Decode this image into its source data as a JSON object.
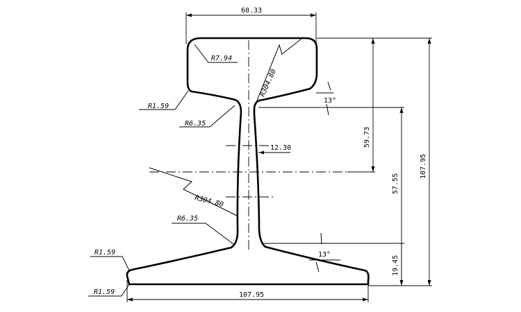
{
  "dimensions": {
    "head_width": "60.33",
    "head_radius": "R7.94",
    "head_fillet": "R1.59",
    "head_web_fillet": "R6.35",
    "head_arc_radius": "R304.80",
    "head_angle": "13°",
    "web_thickness": "12.30",
    "head_to_neutral": "59.73",
    "neutral_to_base": "57.55",
    "total_height": "107.95",
    "web_arc_radius": "R304.80",
    "base_web_fillet": "R6.35",
    "base_angle": "13°",
    "flange_height": "19.45",
    "base_top_fillet": "R1.59",
    "base_bottom_fillet": "R1.59",
    "base_width": "107.95"
  }
}
